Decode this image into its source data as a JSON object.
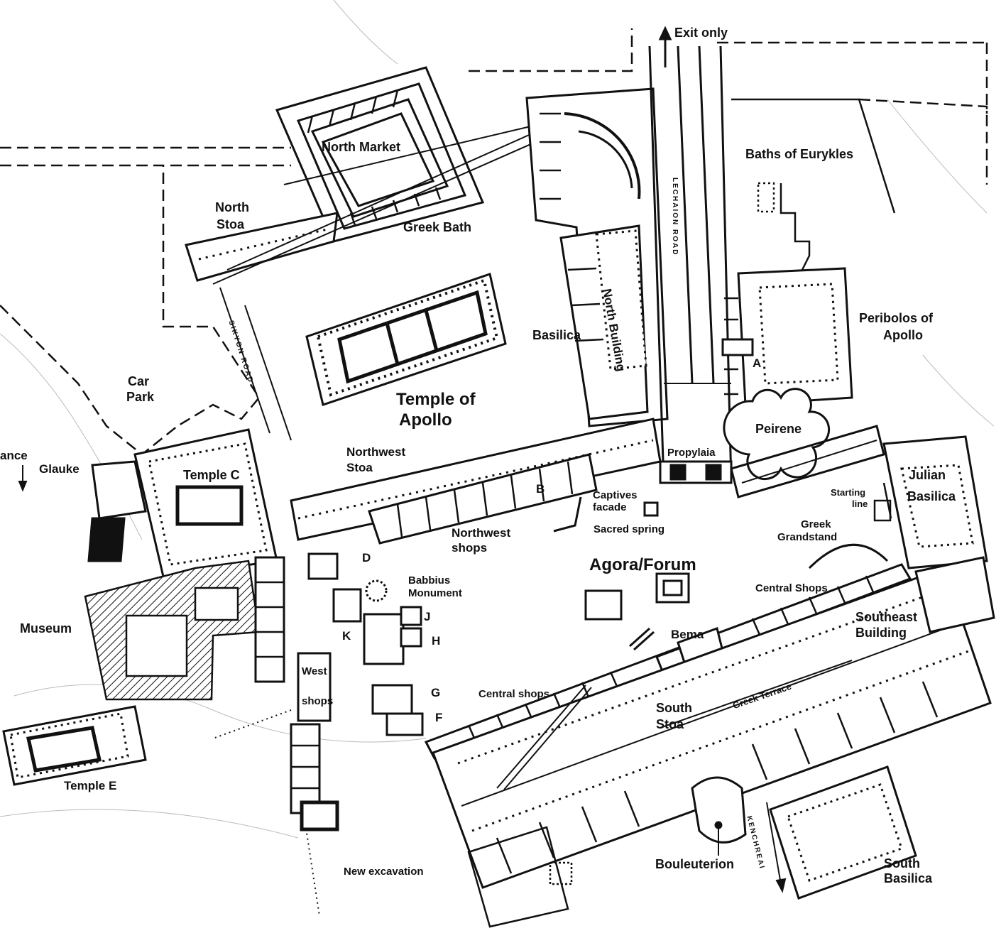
{
  "labels": {
    "exit": "Exit only",
    "north_market": "North Market",
    "baths": "Baths of Eurykles",
    "north_stoa_1": "North",
    "north_stoa_2": "Stoa",
    "greek_bath": "Greek Bath",
    "lechaion_road": "LECHAION ROAD",
    "north_building": "North Building",
    "basilica": "Basilica",
    "peribolos_1": "Peribolos of",
    "peribolos_2": "Apollo",
    "sikyon_road": "SIKYON ROAD",
    "car_park_1": "Car",
    "car_park_2": "Park",
    "temple_apollo_1": "Temple of",
    "temple_apollo_2": "Apollo",
    "letter_a": "A",
    "peirene": "Peirene",
    "entrance": "ance",
    "glauke": "Glauke",
    "temple_c": "Temple C",
    "nw_stoa_1": "Northwest",
    "nw_stoa_2": "Stoa",
    "propylaia": "Propylaia",
    "julian_1": "Julian",
    "julian_2": "Basilica",
    "letter_b": "B",
    "captives_1": "Captives",
    "captives_2": "facade",
    "starting_1": "Starting",
    "starting_2": "line",
    "nw_shops_1": "Northwest",
    "nw_shops_2": "shops",
    "sacred_spring": "Sacred spring",
    "greek_grandstand_1": "Greek",
    "greek_grandstand_2": "Grandstand",
    "agora": "Agora/Forum",
    "letter_d": "D",
    "babbius_1": "Babbius",
    "babbius_2": "Monument",
    "central_shops_upper": "Central Shops",
    "museum": "Museum",
    "letter_j": "J",
    "letter_k": "K",
    "letter_h": "H",
    "southeast_1": "Southeast",
    "southeast_2": "Building",
    "bema": "Bema",
    "west_shops_1": "West",
    "west_shops_2": "shops",
    "greek_terrace": "Greek Terrace",
    "letter_g": "G",
    "central_shops_lower": "Central shops",
    "south_stoa_1": "South",
    "south_stoa_2": "Stoa",
    "letter_f": "F",
    "temple_e": "Temple E",
    "kenchreai": "KENCHREAI",
    "new_excavation": "New excavation",
    "bouleuterion": "Bouleuterion",
    "south_basilica_1": "South",
    "south_basilica_2": "Basilica"
  },
  "colors": {
    "ink": "#111111",
    "paper": "#ffffff",
    "shade": "#cccccc"
  }
}
